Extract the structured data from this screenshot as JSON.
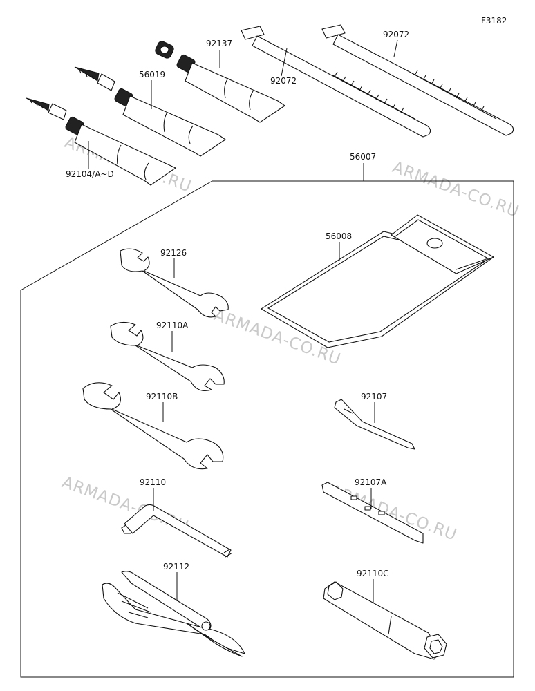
{
  "figure_code": "F3182",
  "watermark": "ARMADA-CO.RU",
  "parts": {
    "tube_92104": "92104/A~D",
    "tube_56019": "56019",
    "tube_92137": "92137",
    "tie_left": "92072",
    "tie_right": "92072",
    "kit": "56007",
    "case": "56008",
    "wrench_92126": "92126",
    "wrench_92110a": "92110A",
    "wrench_92110b": "92110B",
    "screwdriver": "92107",
    "handle": "92107A",
    "hex_key": "92110",
    "pliers": "92112",
    "plug_wrench": "92110C"
  }
}
